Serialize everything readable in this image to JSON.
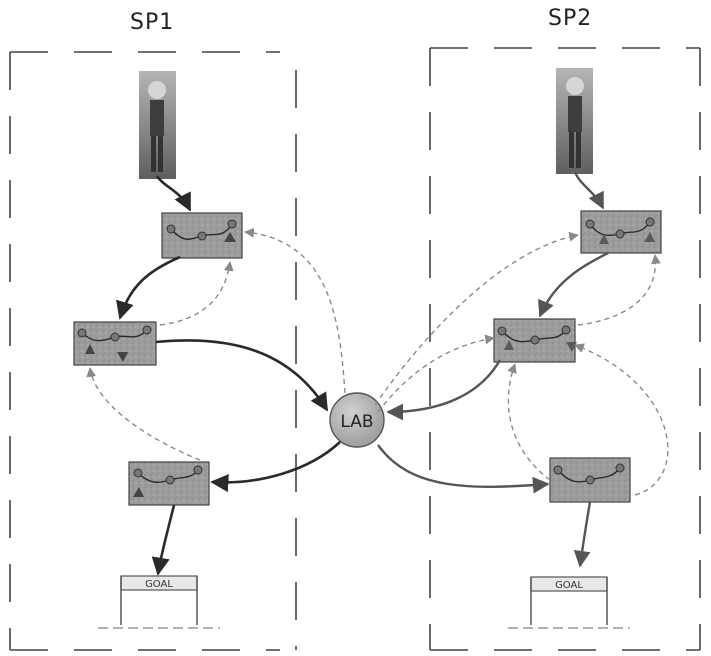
{
  "diagram": {
    "panel_left_title": "SP1",
    "panel_right_title": "SP2",
    "hub_label": "LAB",
    "goal_left_label": "GOAL",
    "goal_right_label": "GOAL"
  },
  "colors": {
    "solid_arrow": "#2a2a2a",
    "solid_arrow_right": "#555555",
    "dashed_arrow": "#8a8a8a",
    "box_fill": "#9a9a9a",
    "node_fill": "#7a7a7a",
    "hub_fill": "#b0b0b0",
    "panel_border": "#444444"
  },
  "icons": [
    "person-figure-icon",
    "waypoint-path-icon",
    "goal-banner-icon"
  ]
}
